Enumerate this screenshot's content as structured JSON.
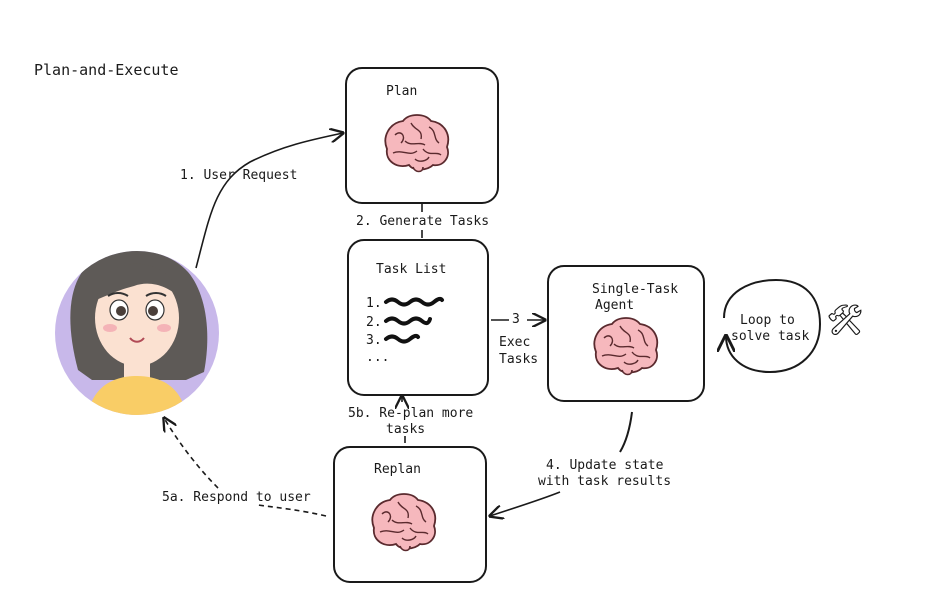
{
  "title": "Plan-and-Execute",
  "nodes": {
    "plan": {
      "label": "Plan"
    },
    "task_list": {
      "label": "Task List",
      "items": [
        "1.",
        "2.",
        "3.",
        "..."
      ]
    },
    "agent": {
      "label_line1": "Single-Task",
      "label_line2": "Agent"
    },
    "replan": {
      "label": "Replan"
    },
    "loop": {
      "label_line1": "Loop to",
      "label_line2": "solve task"
    }
  },
  "edges": {
    "user_request": "1. User Request",
    "generate_tasks": "2. Generate Tasks",
    "exec_num": "3",
    "exec_line1": "Exec",
    "exec_line2": "Tasks",
    "update_line1": "4. Update state",
    "update_line2": "with task results",
    "respond": "5a. Respond to user",
    "replan_line1": "5b. Re-plan more",
    "replan_line2": "tasks"
  },
  "icons": {
    "tools": "🛠"
  },
  "colors": {
    "brain": "#f6b8bd",
    "brain_stroke": "#5a2a2e",
    "avatar_bg": "#c8b8ea",
    "hair": "#5e5a57",
    "skin": "#fbe1d1",
    "shirt": "#f9cd66"
  }
}
